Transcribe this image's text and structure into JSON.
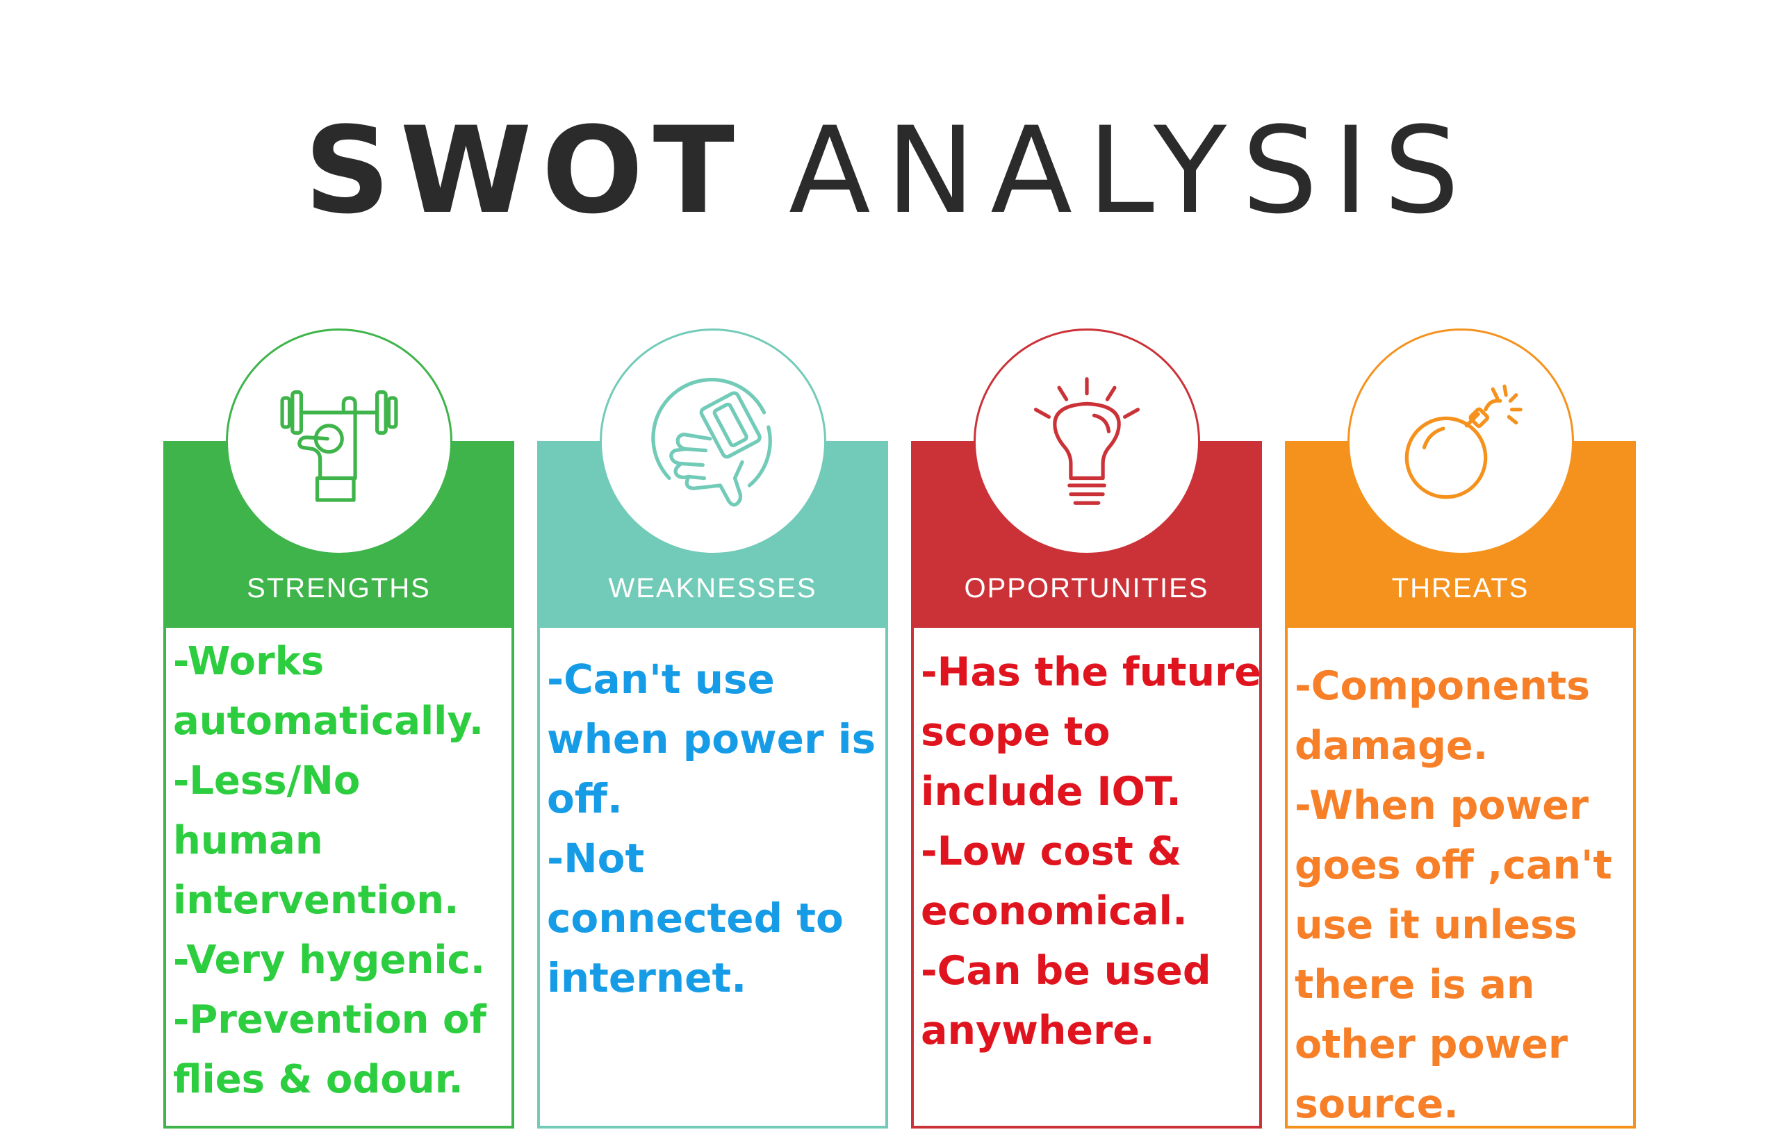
{
  "title": {
    "bold": "SWOT",
    "light": "ANALYSIS"
  },
  "colors": {
    "strengths": "#3fb44b",
    "weaknesses": "#72cbb8",
    "opportunities": "#cb3238",
    "threats": "#f5921e"
  },
  "cards": [
    {
      "label": "STRENGTHS",
      "icon": "weightlifter-icon",
      "items": [
        "-Works automatically.",
        "-Less/No human intervention.",
        "-Very hygenic.",
        "-Prevention of flies & odour."
      ]
    },
    {
      "label": "WEAKNESSES",
      "icon": "thumbs-down-icon",
      "items": [
        "-Can't use when power is off.",
        "-Not connected to internet."
      ]
    },
    {
      "label": "OPPORTUNITIES",
      "icon": "lightbulb-icon",
      "items": [
        "-Has the future scope to include IOT.",
        "-Low cost & economical.",
        "-Can be used anywhere."
      ]
    },
    {
      "label": "THREATS",
      "icon": "bomb-icon",
      "items": [
        "-Components damage.",
        "-When power goes off ,can't use it unless there is an other power source."
      ]
    }
  ]
}
